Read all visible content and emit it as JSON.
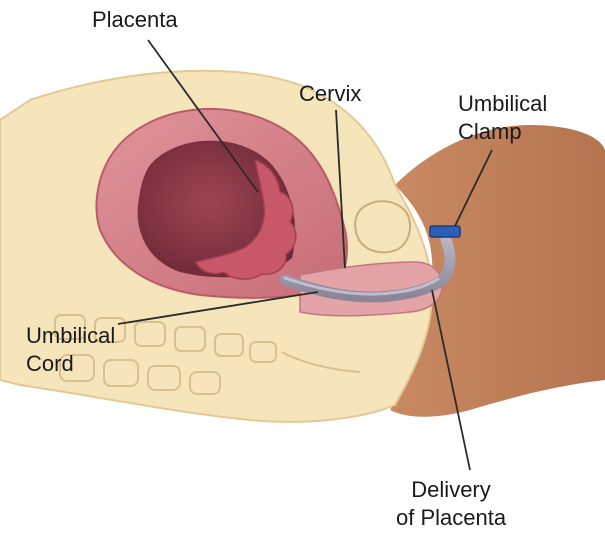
{
  "labels": {
    "placenta": "Placenta",
    "cervix": "Cervix",
    "umbilical_clamp": [
      "Umbilical",
      "Clamp"
    ],
    "umbilical_cord": [
      "Umbilical",
      "Cord"
    ],
    "delivery_of_placenta": [
      "Delivery",
      "of Placenta"
    ]
  },
  "colors": {
    "skin": "#f7e6bf",
    "skin_outline": "#e6cf9c",
    "uterus_wall": "#d9828a",
    "uterus_cavity": "#8e3b45",
    "placenta": "#c8576a",
    "cord": "#9a96a6",
    "clamp": "#2d5fb8",
    "leader_line": "#2a2a2a"
  }
}
